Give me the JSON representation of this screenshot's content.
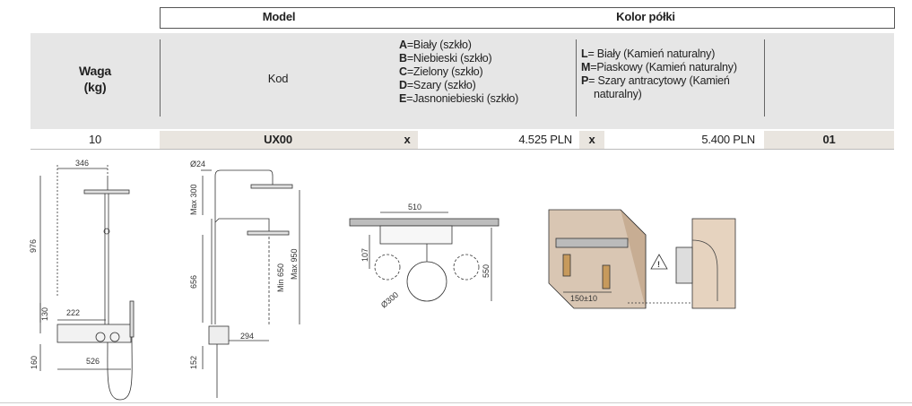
{
  "table": {
    "header": {
      "model": "Model",
      "kolor_polki": "Kolor półki"
    },
    "waga_label_1": "Waga",
    "waga_label_2": "(kg)",
    "kod_label": "Kod",
    "colors_a": [
      {
        "code": "A",
        "text": "=Biały (szkło)"
      },
      {
        "code": "B",
        "text": "=Niebieski (szkło)"
      },
      {
        "code": "C",
        "text": "=Zielony (szkło)"
      },
      {
        "code": "D",
        "text": "=Szary (szkło)"
      },
      {
        "code": "E",
        "text": "=Jasnoniebieski (szkło)"
      }
    ],
    "colors_b": [
      {
        "code": "L",
        "text": "= Biały (Kamień naturalny)"
      },
      {
        "code": "M",
        "text": "=Piaskowy (Kamień naturalny)"
      },
      {
        "code": "P",
        "text": "= Szary antracytowy (Kamień"
      }
    ],
    "colors_b_cont": "naturalny)",
    "row": {
      "waga": "10",
      "kod": "UX00",
      "x1": "x",
      "price1": "4.525 PLN",
      "x2": "x",
      "price2": "5.400 PLN",
      "suffix": "01"
    }
  },
  "drawing": {
    "dims_front": {
      "width_top": "346",
      "height": "976",
      "h130": "130",
      "w222": "222",
      "h160": "160",
      "w526": "526"
    },
    "dims_side": {
      "dia24": "Ø24",
      "max300": "Max 300",
      "h656": "656",
      "min650": "Min 650",
      "max950": "Max 950",
      "w294": "294",
      "h152": "152"
    },
    "dims_top": {
      "w510": "510",
      "h107": "107",
      "h550": "550",
      "dia300": "Ø300"
    },
    "dims_install": {
      "w150": "150±10"
    }
  }
}
